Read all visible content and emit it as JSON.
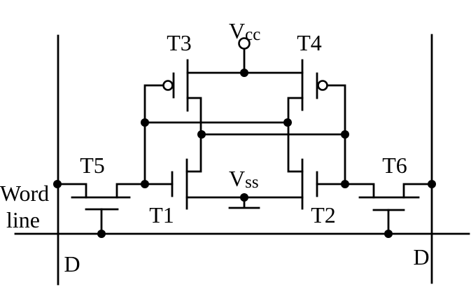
{
  "diagram": {
    "type": "circuit-schematic",
    "subject": "six-transistor-sram-cell",
    "ink_color": "#000000",
    "background_color": "#ffffff",
    "labels": {
      "t1": "T1",
      "t2": "T2",
      "t3": "T3",
      "t4": "T4",
      "t5": "T5",
      "t6": "T6",
      "vcc_main": "V",
      "vcc_sub": "cc",
      "vss_main": "V",
      "vss_sub": "ss",
      "word_line_word": "Word",
      "word_line_line": "line",
      "bitline_left": "D",
      "bitline_right": "D"
    }
  }
}
